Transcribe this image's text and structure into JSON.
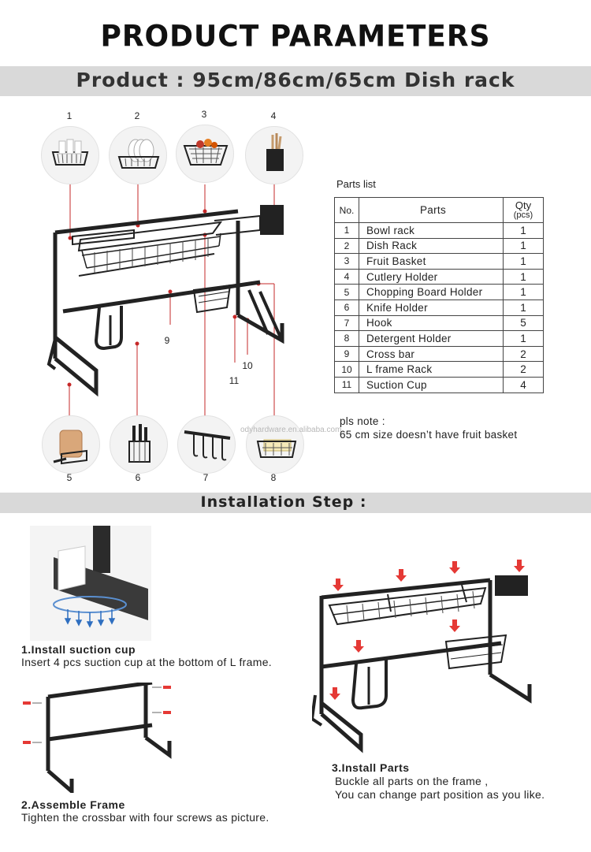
{
  "header": {
    "title": "PRODUCT PARAMETERS",
    "subtitle": "Product : 95cm/86cm/65cm Dish rack"
  },
  "callouts": {
    "top": [
      "1",
      "2",
      "3",
      "4"
    ],
    "bottom": [
      "5",
      "6",
      "7",
      "8"
    ],
    "side": [
      "9",
      "10",
      "11"
    ]
  },
  "parts_list": {
    "title": "Parts list",
    "headers": {
      "no": "No.",
      "parts": "Parts",
      "qty": "Qty",
      "qty_unit": "(pcs)"
    },
    "rows": [
      {
        "no": "1",
        "part": "Bowl rack",
        "qty": "1"
      },
      {
        "no": "2",
        "part": "Dish  Rack",
        "qty": "1"
      },
      {
        "no": "3",
        "part": "Fruit Basket",
        "qty": "1"
      },
      {
        "no": "4",
        "part": "Cutlery Holder",
        "qty": "1"
      },
      {
        "no": "5",
        "part": "Chopping Board Holder",
        "qty": "1"
      },
      {
        "no": "6",
        "part": "Knife Holder",
        "qty": "1"
      },
      {
        "no": "7",
        "part": "Hook",
        "qty": "5"
      },
      {
        "no": "8",
        "part": "Detergent Holder",
        "qty": "1"
      },
      {
        "no": "9",
        "part": "Cross bar",
        "qty": "2"
      },
      {
        "no": "10",
        "part": "L frame Rack",
        "qty": "2"
      },
      {
        "no": "11",
        "part": "Suction Cup",
        "qty": "4"
      }
    ]
  },
  "note": {
    "label": "pls note :",
    "text": "65 cm size doesn’t  have fruit basket"
  },
  "watermark": "odyhardware.en.alibaba.com",
  "installation": {
    "title": "Installation  Step :",
    "steps": [
      {
        "title": "1.Install  suction cup",
        "lines": [
          "Insert 4 pcs suction cup at the bottom of L frame."
        ]
      },
      {
        "title": "2.Assemble  Frame",
        "lines": [
          "Tighten the crossbar with four screws as picture."
        ]
      },
      {
        "title": "3.Install Parts",
        "lines": [
          "Buckle all parts on the frame ,",
          "You can change part position as you like."
        ]
      }
    ]
  },
  "colors": {
    "band": "#d9d9d9",
    "frame": "#222222",
    "arrow": "#e53935",
    "leader": "#c62828"
  }
}
